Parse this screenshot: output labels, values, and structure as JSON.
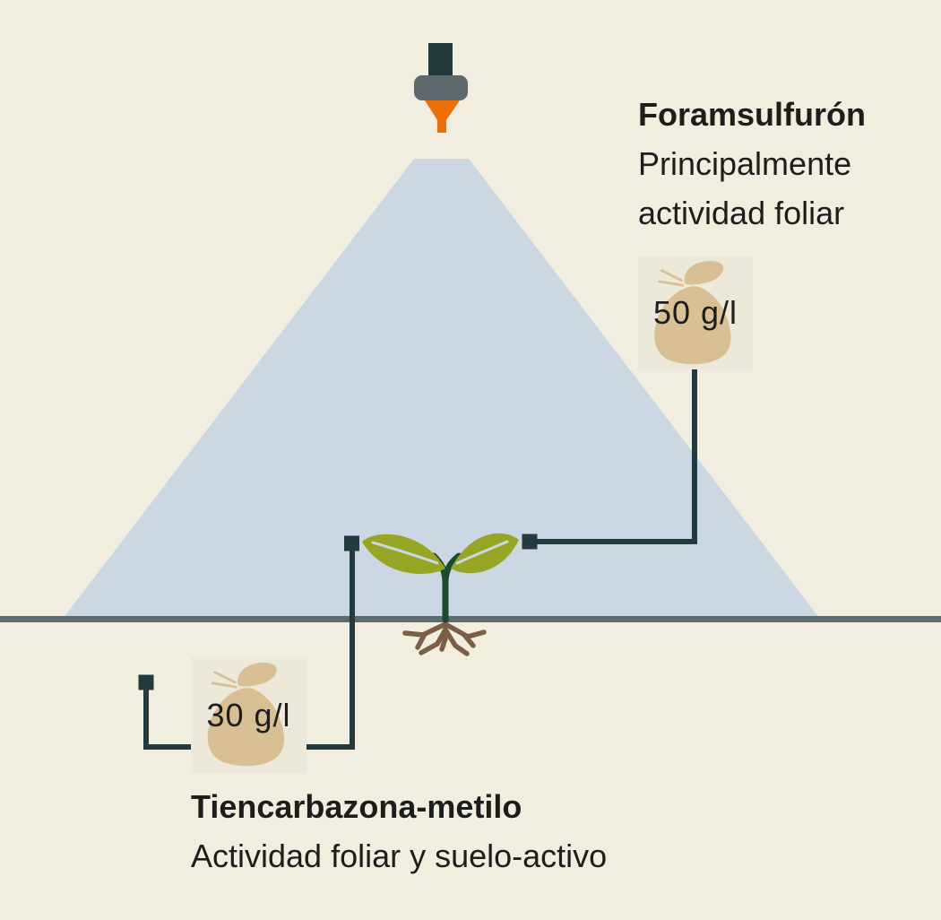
{
  "colors": {
    "background": "#F1EDDF",
    "spray_cone": "#CBD8E4",
    "ground_line": "#5C6B6E",
    "connector": "#233B3C",
    "nozzle_body": "#24393B",
    "nozzle_cap": "#5D686C",
    "nozzle_tip": "#EC6F07",
    "leaf": "#97A525",
    "leaf_vein": "#CBD8E4",
    "stem": "#1B4A33",
    "roots": "#7A5E45",
    "bag_box": "#EDE9DA",
    "bag": "#D8C094",
    "text": "#1D1D1B"
  },
  "foramsulfuron": {
    "title": "Foramsulfurón",
    "description_line1": "Principalmente",
    "description_line2": "actividad foliar",
    "dose": "50 g/l"
  },
  "tiencarbazona": {
    "title": "Tiencarbazona-metilo",
    "description": "Actividad foliar y suelo-activo",
    "dose": "30 g/l"
  },
  "icons": {
    "nozzle": "spray-nozzle-icon",
    "cone": "spray-cone",
    "plant": "seedling-icon",
    "bag": "herbicide-bag-icon"
  }
}
